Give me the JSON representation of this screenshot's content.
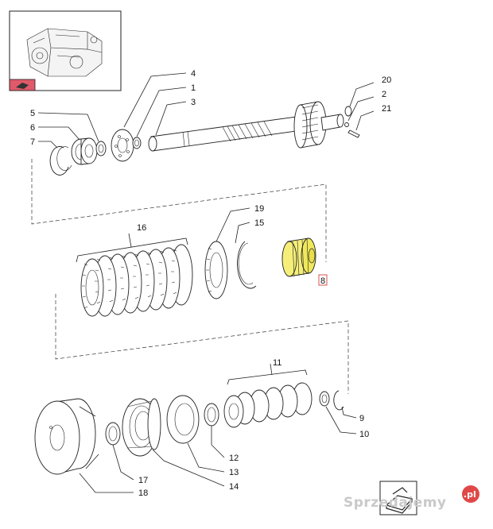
{
  "callouts": [
    {
      "id": "p20",
      "text": "20"
    },
    {
      "id": "p2",
      "text": "2"
    },
    {
      "id": "p21",
      "text": "21"
    },
    {
      "id": "p4",
      "text": "4"
    },
    {
      "id": "p1",
      "text": "1"
    },
    {
      "id": "p3",
      "text": "3"
    },
    {
      "id": "p5",
      "text": "5"
    },
    {
      "id": "p6",
      "text": "6"
    },
    {
      "id": "p7",
      "text": "7"
    },
    {
      "id": "p19",
      "text": "19"
    },
    {
      "id": "p15",
      "text": "15"
    },
    {
      "id": "p16",
      "text": "16"
    },
    {
      "id": "p8",
      "text": "8"
    },
    {
      "id": "p11",
      "text": "11"
    },
    {
      "id": "p9",
      "text": "9"
    },
    {
      "id": "p10",
      "text": "10"
    },
    {
      "id": "p12",
      "text": "12"
    },
    {
      "id": "p13",
      "text": "13"
    },
    {
      "id": "p14",
      "text": "14"
    },
    {
      "id": "p17",
      "text": "17"
    },
    {
      "id": "p18",
      "text": "18"
    }
  ],
  "highlighted_part": "8",
  "highlight_color": "#f5ef7a",
  "label_box_color": "#d9534f",
  "thumbnail_tag_color": "#e05a6a",
  "watermark": {
    "text": "Sprzedajemy",
    "suffix": ".pl"
  },
  "icons": {
    "thumbnail_tag": "book-arrow-icon",
    "nav_corner": "book-arrow-icon"
  }
}
